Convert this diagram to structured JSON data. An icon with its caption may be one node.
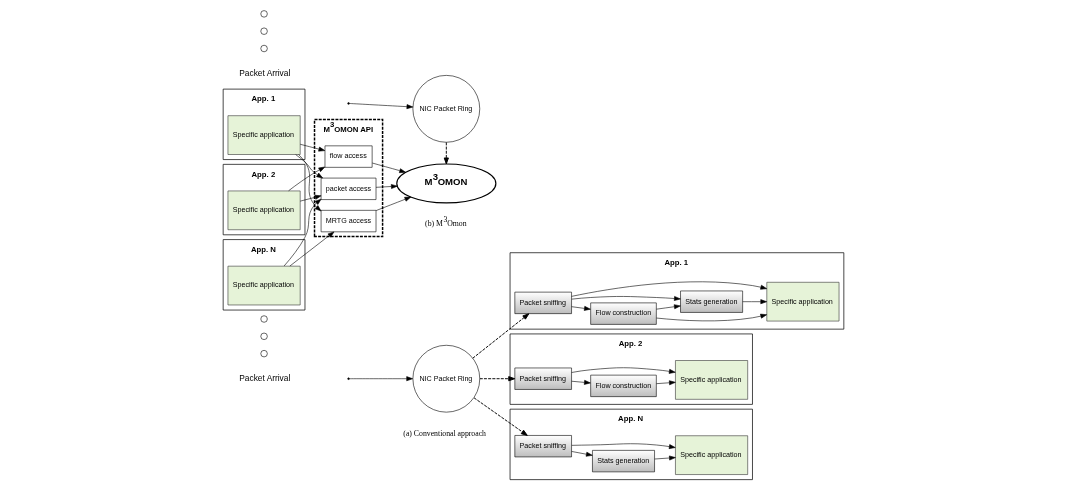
{
  "diagram": {
    "nodes": [
      {
        "text": [
          "NIC Packet Ring"
        ]
      },
      {
        "text": [
          "App. 1"
        ]
      },
      {
        "text": [
          "Packet sniffing"
        ],
        "in": 1
      },
      {
        "text": [
          "Flow construction"
        ],
        "in": 1
      },
      {
        "text": [
          "Stats generation"
        ],
        "in": 1
      },
      {
        "text": [
          "Specific application"
        ],
        "in": 1
      },
      {
        "text": [
          "App. 2"
        ]
      },
      {
        "text": [
          "Packet sniffing"
        ],
        "in": 6
      },
      {
        "text": [
          "Flow construction"
        ],
        "in": 6
      },
      {
        "text": [
          "Specific application"
        ],
        "in": 6
      },
      {
        "text": [],
        "shape": "circle"
      },
      {
        "text": [],
        "shape": "circle"
      },
      {
        "text": [],
        "shape": "circle"
      },
      {
        "text": [
          "App. N"
        ]
      },
      {
        "text": [
          "Packet sniffing"
        ],
        "in": 13
      },
      {
        "text": [
          "Stats generation"
        ],
        "in": 13
      },
      {
        "text": [
          "Specific application"
        ],
        "in": 13
      },
      {
        "text": [
          "NIC Packet Ring"
        ]
      },
      {
        "text": [
          "M$^{3}$OMON"
        ]
      },
      {
        "text": [
          "M$^{3}$OMON API"
        ]
      },
      {
        "text": [
          "packet access"
        ],
        "in": 19
      },
      {
        "text": [
          "flow access"
        ],
        "in": 19
      },
      {
        "text": [
          "MRTG access"
        ],
        "in": 19
      },
      {
        "text": [
          "App. 1"
        ]
      },
      {
        "text": [
          "Specific application"
        ],
        "in": 23
      },
      {
        "text": [
          "App. 2"
        ]
      },
      {
        "text": [
          "Specific application"
        ],
        "in": 25
      },
      {
        "text": [],
        "shape": "circle"
      },
      {
        "text": [],
        "shape": "circle"
      },
      {
        "text": [],
        "shape": "circle"
      },
      {
        "text": [
          "App. N"
        ]
      },
      {
        "text": [
          "Specific application"
        ],
        "in": 30
      }
    ],
    "edges": [
      {
        "from": null,
        "to": 0,
        "arrow": "to"
      },
      {
        "from": 0,
        "to": 2,
        "arrow": "to",
        "style": "dashed"
      },
      {
        "from": 0,
        "to": 7,
        "arrow": "to",
        "style": "dashed"
      },
      {
        "from": 0,
        "to": 14,
        "arrow": "to",
        "style": "dashed"
      },
      {
        "from": 2,
        "to": 3,
        "arrow": "to"
      },
      {
        "from": 3,
        "to": 5,
        "arrow": "to"
      },
      {
        "from": 2,
        "to": 5,
        "arrow": "to"
      },
      {
        "from": 3,
        "to": 4,
        "arrow": "to"
      },
      {
        "from": 2,
        "to": 4,
        "arrow": "to"
      },
      {
        "from": 4,
        "to": 5,
        "arrow": "to"
      },
      {
        "from": 7,
        "to": 8,
        "arrow": "to"
      },
      {
        "from": 8,
        "to": 9,
        "arrow": "to"
      },
      {
        "from": 7,
        "to": 9,
        "arrow": "to"
      },
      {
        "from": 14,
        "to": 16,
        "arrow": "to"
      },
      {
        "from": 14,
        "to": 15,
        "arrow": "to"
      },
      {
        "from": 15,
        "to": 16,
        "arrow": "to"
      },
      {
        "from": null,
        "to": 17,
        "arrow": "to"
      },
      {
        "from": 17,
        "to": 18,
        "arrow": "to",
        "style": "dashed"
      },
      {
        "from": 24,
        "to": 20,
        "arrow": "to"
      },
      {
        "from": 24,
        "to": 21,
        "arrow": "to"
      },
      {
        "from": 24,
        "to": 22,
        "arrow": "to"
      },
      {
        "from": 26,
        "to": 20,
        "arrow": "to"
      },
      {
        "from": 26,
        "to": 21,
        "arrow": "to"
      },
      {
        "from": 31,
        "to": 20,
        "arrow": "to"
      },
      {
        "from": 31,
        "to": 22,
        "arrow": "to"
      },
      {
        "from": 20,
        "to": 18,
        "arrow": "to"
      },
      {
        "from": 21,
        "to": 18,
        "arrow": "to"
      },
      {
        "from": 22,
        "to": 18,
        "arrow": "to"
      }
    ],
    "labels": [
      "Packet Arrival",
      "Packet Arrival",
      "(a) Conventional approach",
      "(b) M$^{3}$Omon"
    ]
  }
}
